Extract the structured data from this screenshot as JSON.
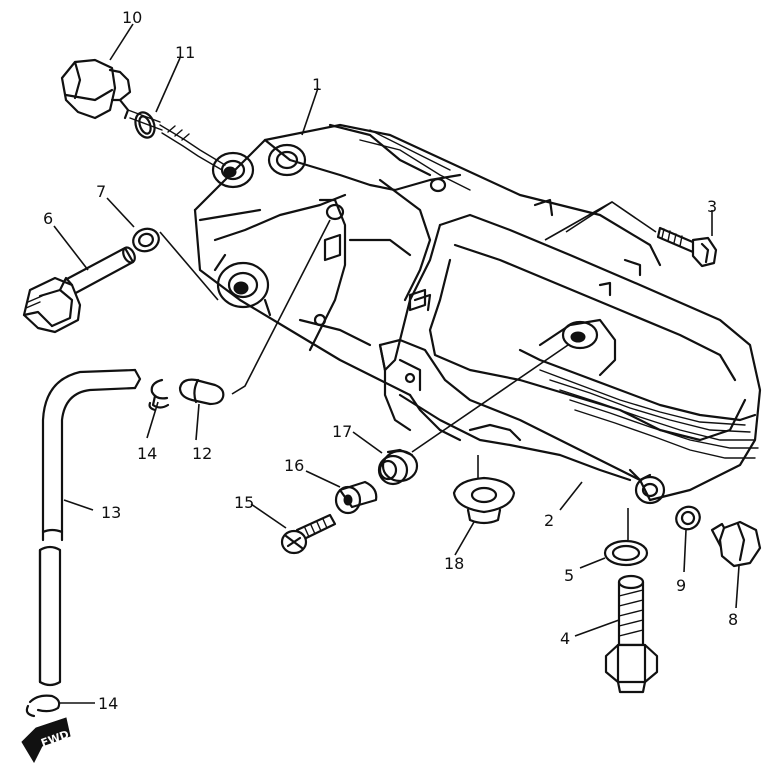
{
  "callouts": {
    "c1": "1",
    "c2": "2",
    "c3": "3",
    "c4": "4",
    "c5": "5",
    "c6": "6",
    "c7": "7",
    "c8": "8",
    "c9": "9",
    "c10": "10",
    "c11": "11",
    "c12": "12",
    "c13": "13",
    "c14a": "14",
    "c14b": "14",
    "c15": "15",
    "c16": "16",
    "c17": "17",
    "c18": "18"
  },
  "direction_badge": {
    "text": "FWD"
  },
  "colors": {
    "ink": "#111111",
    "paper": "#ffffff"
  }
}
